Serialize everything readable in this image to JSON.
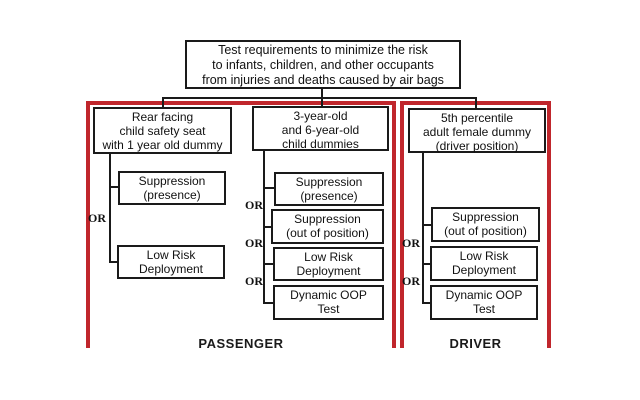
{
  "title": {
    "line1": "Test requirements to minimize the risk",
    "line2": "to infants, children, and other occupants",
    "line3": "from injuries and deaths caused by air bags"
  },
  "or_label": "OR",
  "colors": {
    "frame_red": "#c0262c",
    "ink_black": "#1a1a1a",
    "background": "#ffffff"
  },
  "passenger": {
    "section_label": "PASSENGER",
    "col1": {
      "header": {
        "line1": "Rear facing",
        "line2": "child safety seat",
        "line3": "with 1 year old dummy"
      },
      "option1": {
        "line1": "Suppression",
        "line2": "(presence)"
      },
      "option2": {
        "line1": "Low Risk",
        "line2": "Deployment"
      }
    },
    "col2": {
      "header": {
        "line1": "3-year-old",
        "line2": "and 6-year-old",
        "line3": "child dummies"
      },
      "option1": {
        "line1": "Suppression",
        "line2": "(presence)"
      },
      "option2": {
        "line1": "Suppression",
        "line2": "(out of position)"
      },
      "option3": {
        "line1": "Low Risk",
        "line2": "Deployment"
      },
      "option4": {
        "line1": "Dynamic OOP",
        "line2": "Test"
      }
    }
  },
  "driver": {
    "section_label": "DRIVER",
    "col1": {
      "header": {
        "line1": "5th percentile",
        "line2": "adult female dummy",
        "line3": "(driver position)"
      },
      "option1": {
        "line1": "Suppression",
        "line2": "(out of position)"
      },
      "option2": {
        "line1": "Low Risk",
        "line2": "Deployment"
      },
      "option3": {
        "line1": "Dynamic OOP",
        "line2": "Test"
      }
    }
  }
}
